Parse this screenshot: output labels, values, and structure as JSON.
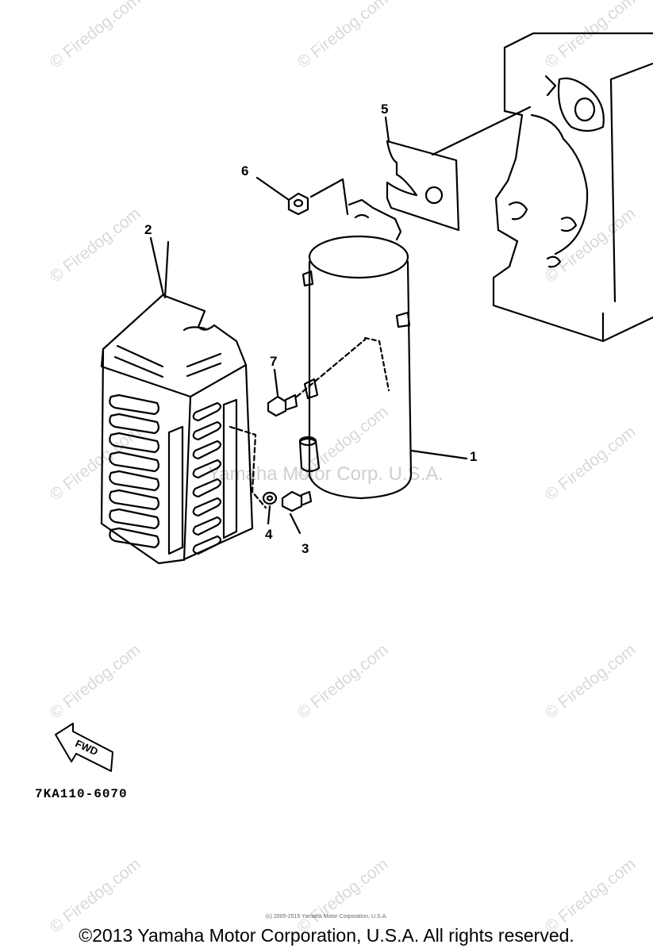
{
  "watermarks": {
    "site": "© Firedog.com",
    "center": "Yamaha Motor Corp. U.S.A."
  },
  "callouts": [
    "1",
    "2",
    "3",
    "4",
    "5",
    "6",
    "7"
  ],
  "fwd_label": "FWD",
  "part_code": "7KA110-6070",
  "small_note": "(c) 2005-2015 Yamaha Motor Corporation, U.S.A.",
  "copyright": "©2013 Yamaha Motor Corporation, U.S.A. All rights reserved."
}
